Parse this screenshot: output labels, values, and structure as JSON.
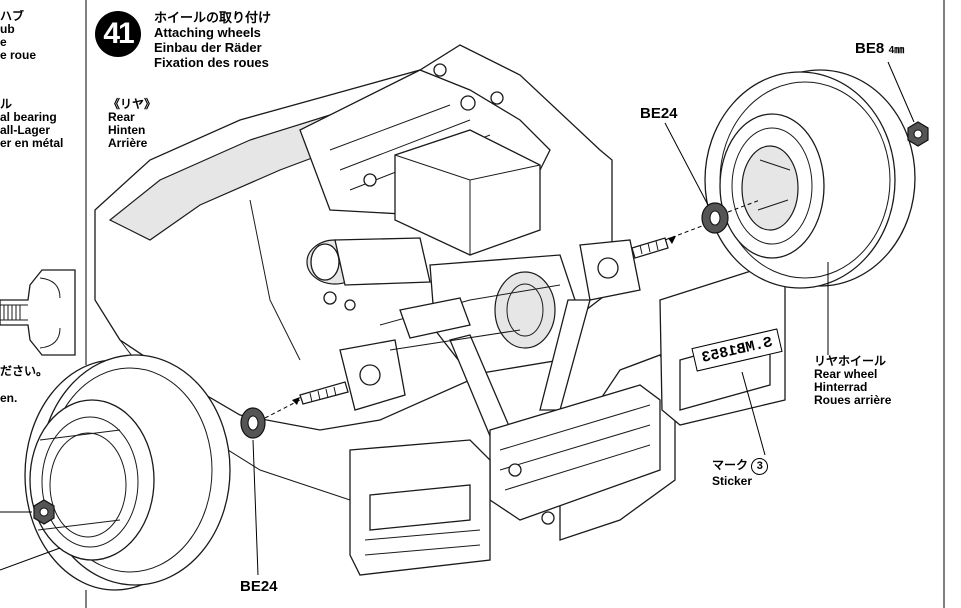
{
  "step": {
    "number": "41",
    "title_jp": "ホイールの取り付け",
    "title_en": "Attaching wheels",
    "title_de": "Einbau der Räder",
    "title_fr": "Fixation des roues"
  },
  "left_fragments": {
    "lines_top": [
      "ハブ",
      "ub",
      "e",
      "e roue"
    ],
    "lines_mid": [
      "ル",
      "al bearing",
      "all-Lager",
      "er en métal"
    ],
    "line_note_jp": "ださい。",
    "line_note_en": "en."
  },
  "rear_note": {
    "jp": "《リヤ》",
    "en": "Rear",
    "de": "Hinten",
    "fr": "Arrière"
  },
  "parts": {
    "be8": "BE8",
    "be8_size": "4㎜",
    "be24_top": "BE24",
    "be24_bottom": "BE24"
  },
  "rear_wheel": {
    "jp": "リヤホイール",
    "en": "Rear wheel",
    "de": "Hinterrad",
    "fr": "Roues arrière"
  },
  "sticker": {
    "jp": "マーク",
    "num": "3",
    "en": "Sticker",
    "plate_text": "S.MB1853"
  }
}
